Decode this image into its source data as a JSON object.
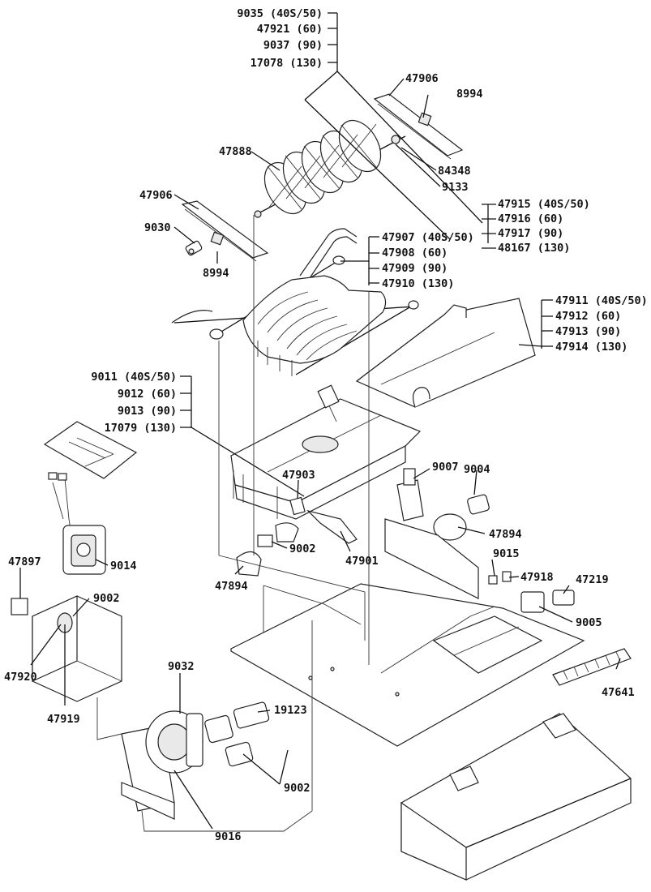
{
  "labels": {
    "l9035": "9035 (40S/50)",
    "l47921": "47921 (60)",
    "l9037": "9037 (90)",
    "l17078": "17078 (130)",
    "l47906a": "47906",
    "l8994a": "8994",
    "l47888": "47888",
    "l84348": "84348",
    "l9133": "9133",
    "l47906b": "47906",
    "l47915": "47915 (40S/50)",
    "l47916": "47916 (60)",
    "l47917": "47917 (90)",
    "l48167": "48167 (130)",
    "l9030": "9030",
    "l8994b": "8994",
    "l47907": "47907 (40S/50)",
    "l47908": "47908 (60)",
    "l47909": "47909 (90)",
    "l47910": "47910 (130)",
    "l47911": "47911 (40S/50)",
    "l47912": "47912 (60)",
    "l47913": "47913 (90)",
    "l47914": "47914 (130)",
    "l9011": "9011 (40S/50)",
    "l9012": "9012 (60)",
    "l9013": "9013 (90)",
    "l17079": "17079 (130)",
    "l9007": "9007",
    "l9004": "9004",
    "l47903": "47903",
    "l47894a": "47894",
    "l9002a": "9002",
    "l47901": "47901",
    "l9014": "9014",
    "l9015": "9015",
    "l47918": "47918",
    "l47219": "47219",
    "l47897": "47897",
    "l47894b": "47894",
    "l9005": "9005",
    "l9002b": "9002",
    "l47920": "47920",
    "l47919": "47919",
    "l47641": "47641",
    "l9032": "9032",
    "l19123": "19123",
    "l9002c": "9002",
    "l9016": "9016"
  }
}
